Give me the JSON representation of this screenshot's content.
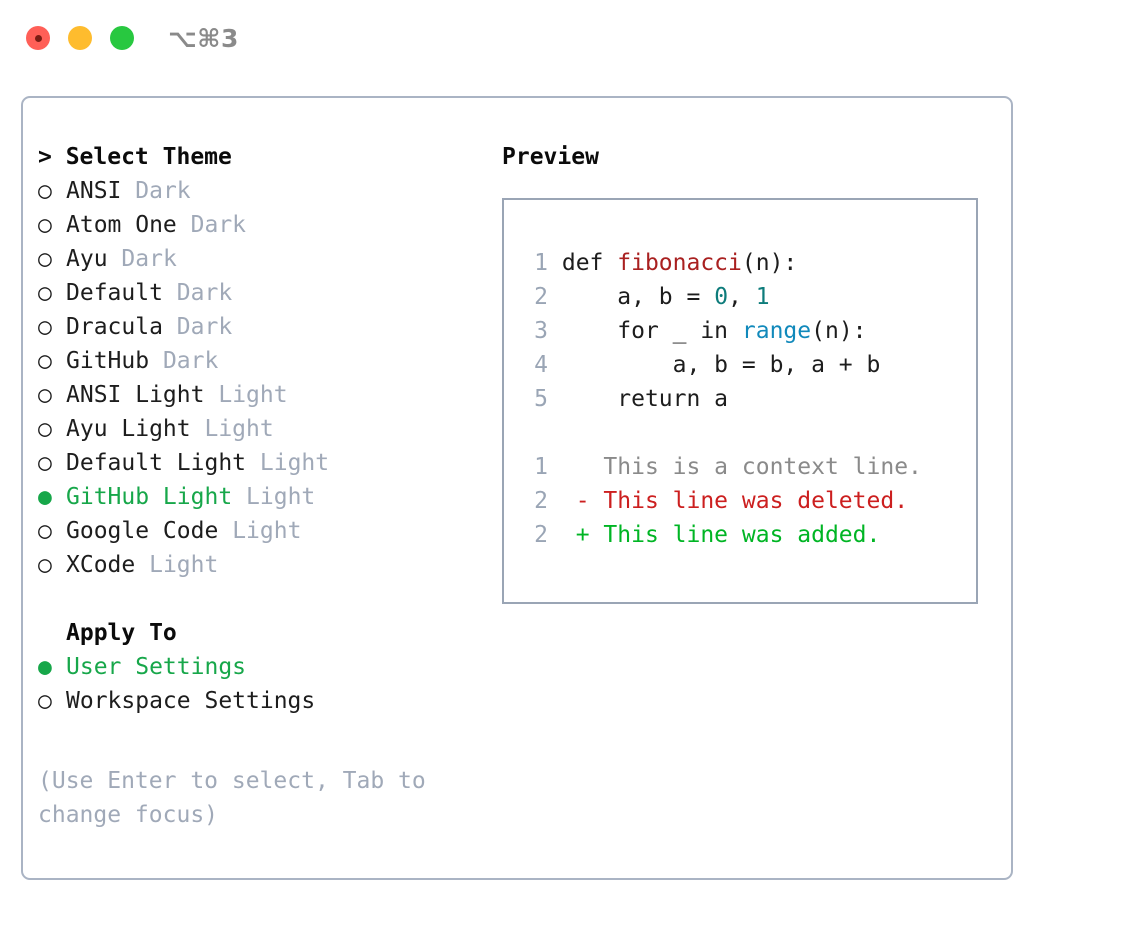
{
  "titlebar": {
    "shortcut": "⌥⌘3",
    "buttons": [
      {
        "name": "close",
        "color": "#ff5f57"
      },
      {
        "name": "minimize",
        "color": "#febc2e"
      },
      {
        "name": "maximize",
        "color": "#28c840"
      }
    ]
  },
  "theme_picker": {
    "heading": "> Select Theme",
    "selected_theme": "GitHub Light",
    "accent_color": "#17a74a",
    "options": [
      {
        "bullet": "○",
        "name": "ANSI",
        "variant": "Dark",
        "selected": false
      },
      {
        "bullet": "○",
        "name": "Atom One",
        "variant": "Dark",
        "selected": false
      },
      {
        "bullet": "○",
        "name": "Ayu",
        "variant": "Dark",
        "selected": false
      },
      {
        "bullet": "○",
        "name": "Default",
        "variant": "Dark",
        "selected": false
      },
      {
        "bullet": "○",
        "name": "Dracula",
        "variant": "Dark",
        "selected": false
      },
      {
        "bullet": "○",
        "name": "GitHub",
        "variant": "Dark",
        "selected": false
      },
      {
        "bullet": "○",
        "name": "ANSI Light",
        "variant": "Light",
        "selected": false
      },
      {
        "bullet": "○",
        "name": "Ayu Light",
        "variant": "Light",
        "selected": false
      },
      {
        "bullet": "○",
        "name": "Default Light",
        "variant": "Light",
        "selected": false
      },
      {
        "bullet": "●",
        "name": "GitHub Light",
        "variant": "Light",
        "selected": true
      },
      {
        "bullet": "○",
        "name": "Google Code",
        "variant": "Light",
        "selected": false
      },
      {
        "bullet": "○",
        "name": "XCode",
        "variant": "Light",
        "selected": false
      }
    ]
  },
  "apply_to": {
    "heading": "Apply To",
    "selected": "User Settings",
    "options": [
      {
        "bullet": "●",
        "name": "User Settings",
        "selected": true
      },
      {
        "bullet": "○",
        "name": "Workspace Settings",
        "selected": false
      }
    ]
  },
  "hint": "(Use Enter to select, Tab to change focus)",
  "preview": {
    "heading": "Preview",
    "code_lines": [
      {
        "no": "1",
        "segments": [
          {
            "text": "def ",
            "tok": "plain"
          },
          {
            "text": "fibonacci",
            "tok": "fn"
          },
          {
            "text": "(n):",
            "tok": "plain"
          }
        ]
      },
      {
        "no": "2",
        "segments": [
          {
            "text": "    a, b = ",
            "tok": "plain"
          },
          {
            "text": "0",
            "tok": "num"
          },
          {
            "text": ", ",
            "tok": "plain"
          },
          {
            "text": "1",
            "tok": "num"
          }
        ]
      },
      {
        "no": "3",
        "segments": [
          {
            "text": "    for _ in ",
            "tok": "plain"
          },
          {
            "text": "range",
            "tok": "call"
          },
          {
            "text": "(n):",
            "tok": "plain"
          }
        ]
      },
      {
        "no": "4",
        "segments": [
          {
            "text": "        a, b = b, a + b",
            "tok": "plain"
          }
        ]
      },
      {
        "no": "5",
        "segments": [
          {
            "text": "    return a",
            "tok": "plain"
          }
        ]
      }
    ],
    "diff_lines": [
      {
        "no": "1",
        "marker": " ",
        "text": " This is a context line.",
        "kind": "ctx"
      },
      {
        "no": "2",
        "marker": "-",
        "text": " This line was deleted.",
        "kind": "del"
      },
      {
        "no": "2",
        "marker": "+",
        "text": " This line was added.",
        "kind": "add"
      }
    ]
  }
}
